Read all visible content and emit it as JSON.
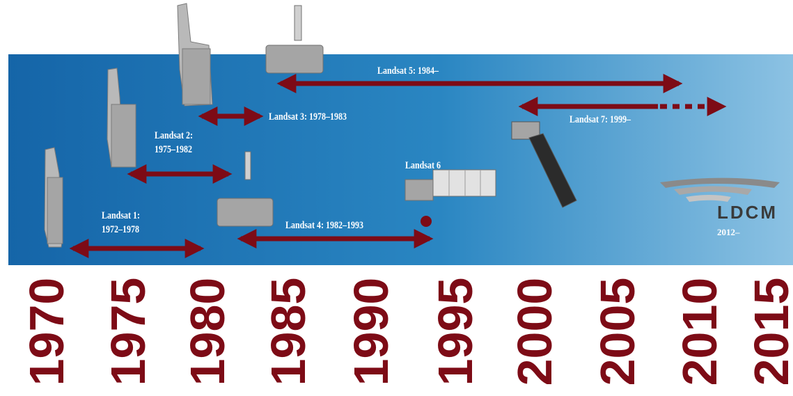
{
  "missions": [
    {
      "name": "Landsat 1:",
      "dates": "1972–1978"
    },
    {
      "name": "Landsat 2:",
      "dates": "1975–1982"
    },
    {
      "name": "Landsat 3: 1978–1983"
    },
    {
      "name": "Landsat 4: 1982–1993"
    },
    {
      "name": "Landsat 5: 1984–"
    },
    {
      "name": "Landsat 6"
    },
    {
      "name": "Landsat 7: 1999–"
    }
  ],
  "ldcm": {
    "logo": "LDCM",
    "year": "2012–"
  },
  "years": [
    "1970",
    "1975",
    "1980",
    "1985",
    "1990",
    "1995",
    "2000",
    "2005",
    "2010",
    "2015"
  ],
  "colors": {
    "arrow": "#7d0b16",
    "year_text": "#7d0b16",
    "panel_left": "#1565a8",
    "panel_right": "#8cc2e3"
  }
}
